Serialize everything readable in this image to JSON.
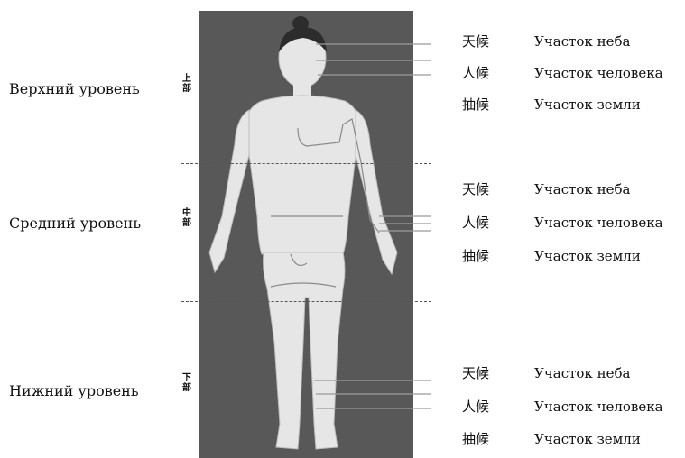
{
  "levels": [
    {
      "label": "Верхний уровень",
      "cn": [
        "上",
        "部"
      ]
    },
    {
      "label": "Средний уровень",
      "cn": [
        "中",
        "部"
      ]
    },
    {
      "label": "Нижний уровень",
      "cn": [
        "下",
        "部"
      ]
    }
  ],
  "groups": [
    {
      "rows": [
        {
          "han": "天候",
          "ru": "Участок неба"
        },
        {
          "han": "人候",
          "ru": "Участок человека"
        },
        {
          "han": "抽候",
          "ru": "Участок земли"
        }
      ]
    },
    {
      "rows": [
        {
          "han": "天候",
          "ru": "Участок неба"
        },
        {
          "han": "人候",
          "ru": "Участок человека"
        },
        {
          "han": "抽候",
          "ru": "Участок земли"
        }
      ]
    },
    {
      "rows": [
        {
          "han": "天候",
          "ru": "Участок неба"
        },
        {
          "han": "人候",
          "ru": "Участок человека"
        },
        {
          "han": "抽候",
          "ru": "Участок земли"
        }
      ]
    }
  ],
  "colors": {
    "panel": "#585858",
    "body": "#e8e8e8",
    "outline": "#6a6a6a",
    "line": "#8a8a8a"
  }
}
